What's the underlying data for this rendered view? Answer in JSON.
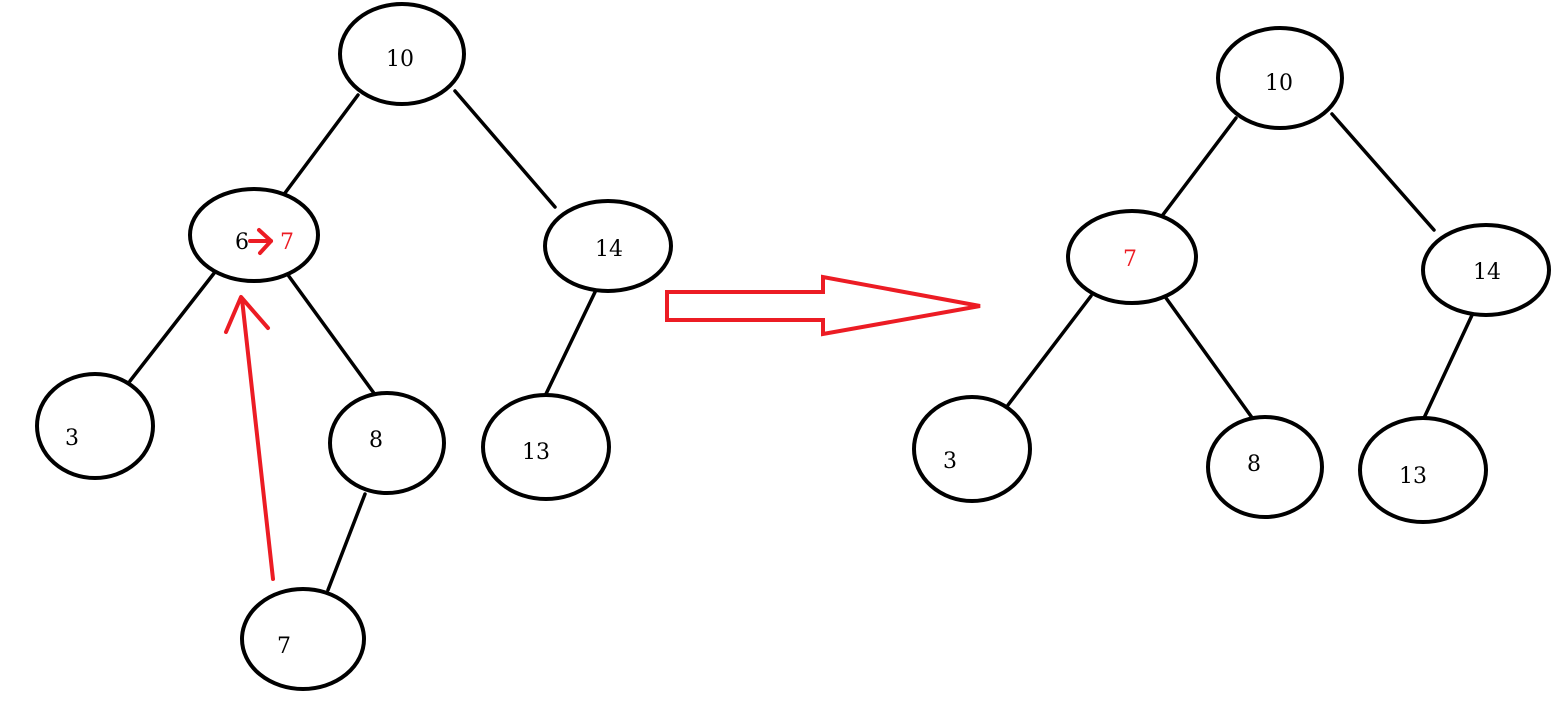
{
  "colors": {
    "node_stroke": "#000000",
    "edge": "#000000",
    "highlight": "#ec1c24",
    "background": "#ffffff"
  },
  "before_tree": {
    "root": "10",
    "left": "6",
    "left_replacement": "7",
    "right": "14",
    "left_left": "3",
    "left_right": "8",
    "right_left": "13",
    "left_right_left": "7"
  },
  "after_tree": {
    "root": "10",
    "left": "7",
    "right": "14",
    "left_left": "3",
    "left_right": "8",
    "right_left": "13"
  }
}
